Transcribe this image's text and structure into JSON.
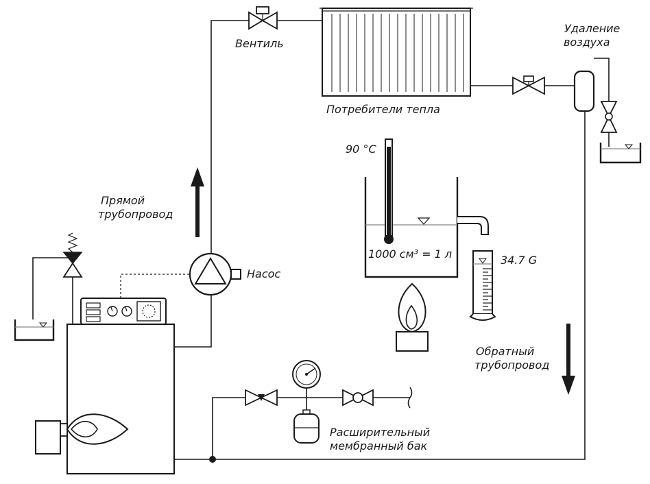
{
  "labels": {
    "valve": "Вентиль",
    "heat_consumers": "Потребители тепла",
    "air_removal_line1": "Удаление",
    "air_removal_line2": "воздуха",
    "supply_line1": "Прямой",
    "supply_line2": "трубопровод",
    "pump": "Насос",
    "temperature": "90 °C",
    "volume": "1000 см³ = 1 л",
    "cylinder_reading": "34.7 G",
    "return_line1": "Обратный",
    "return_line2": "трубопровод",
    "expansion_tank_line1": "Расширительный",
    "expansion_tank_line2": "мембранный бак"
  },
  "colors": {
    "line": "#1a1a1a",
    "water_line": "#888888",
    "background": "#ffffff"
  }
}
